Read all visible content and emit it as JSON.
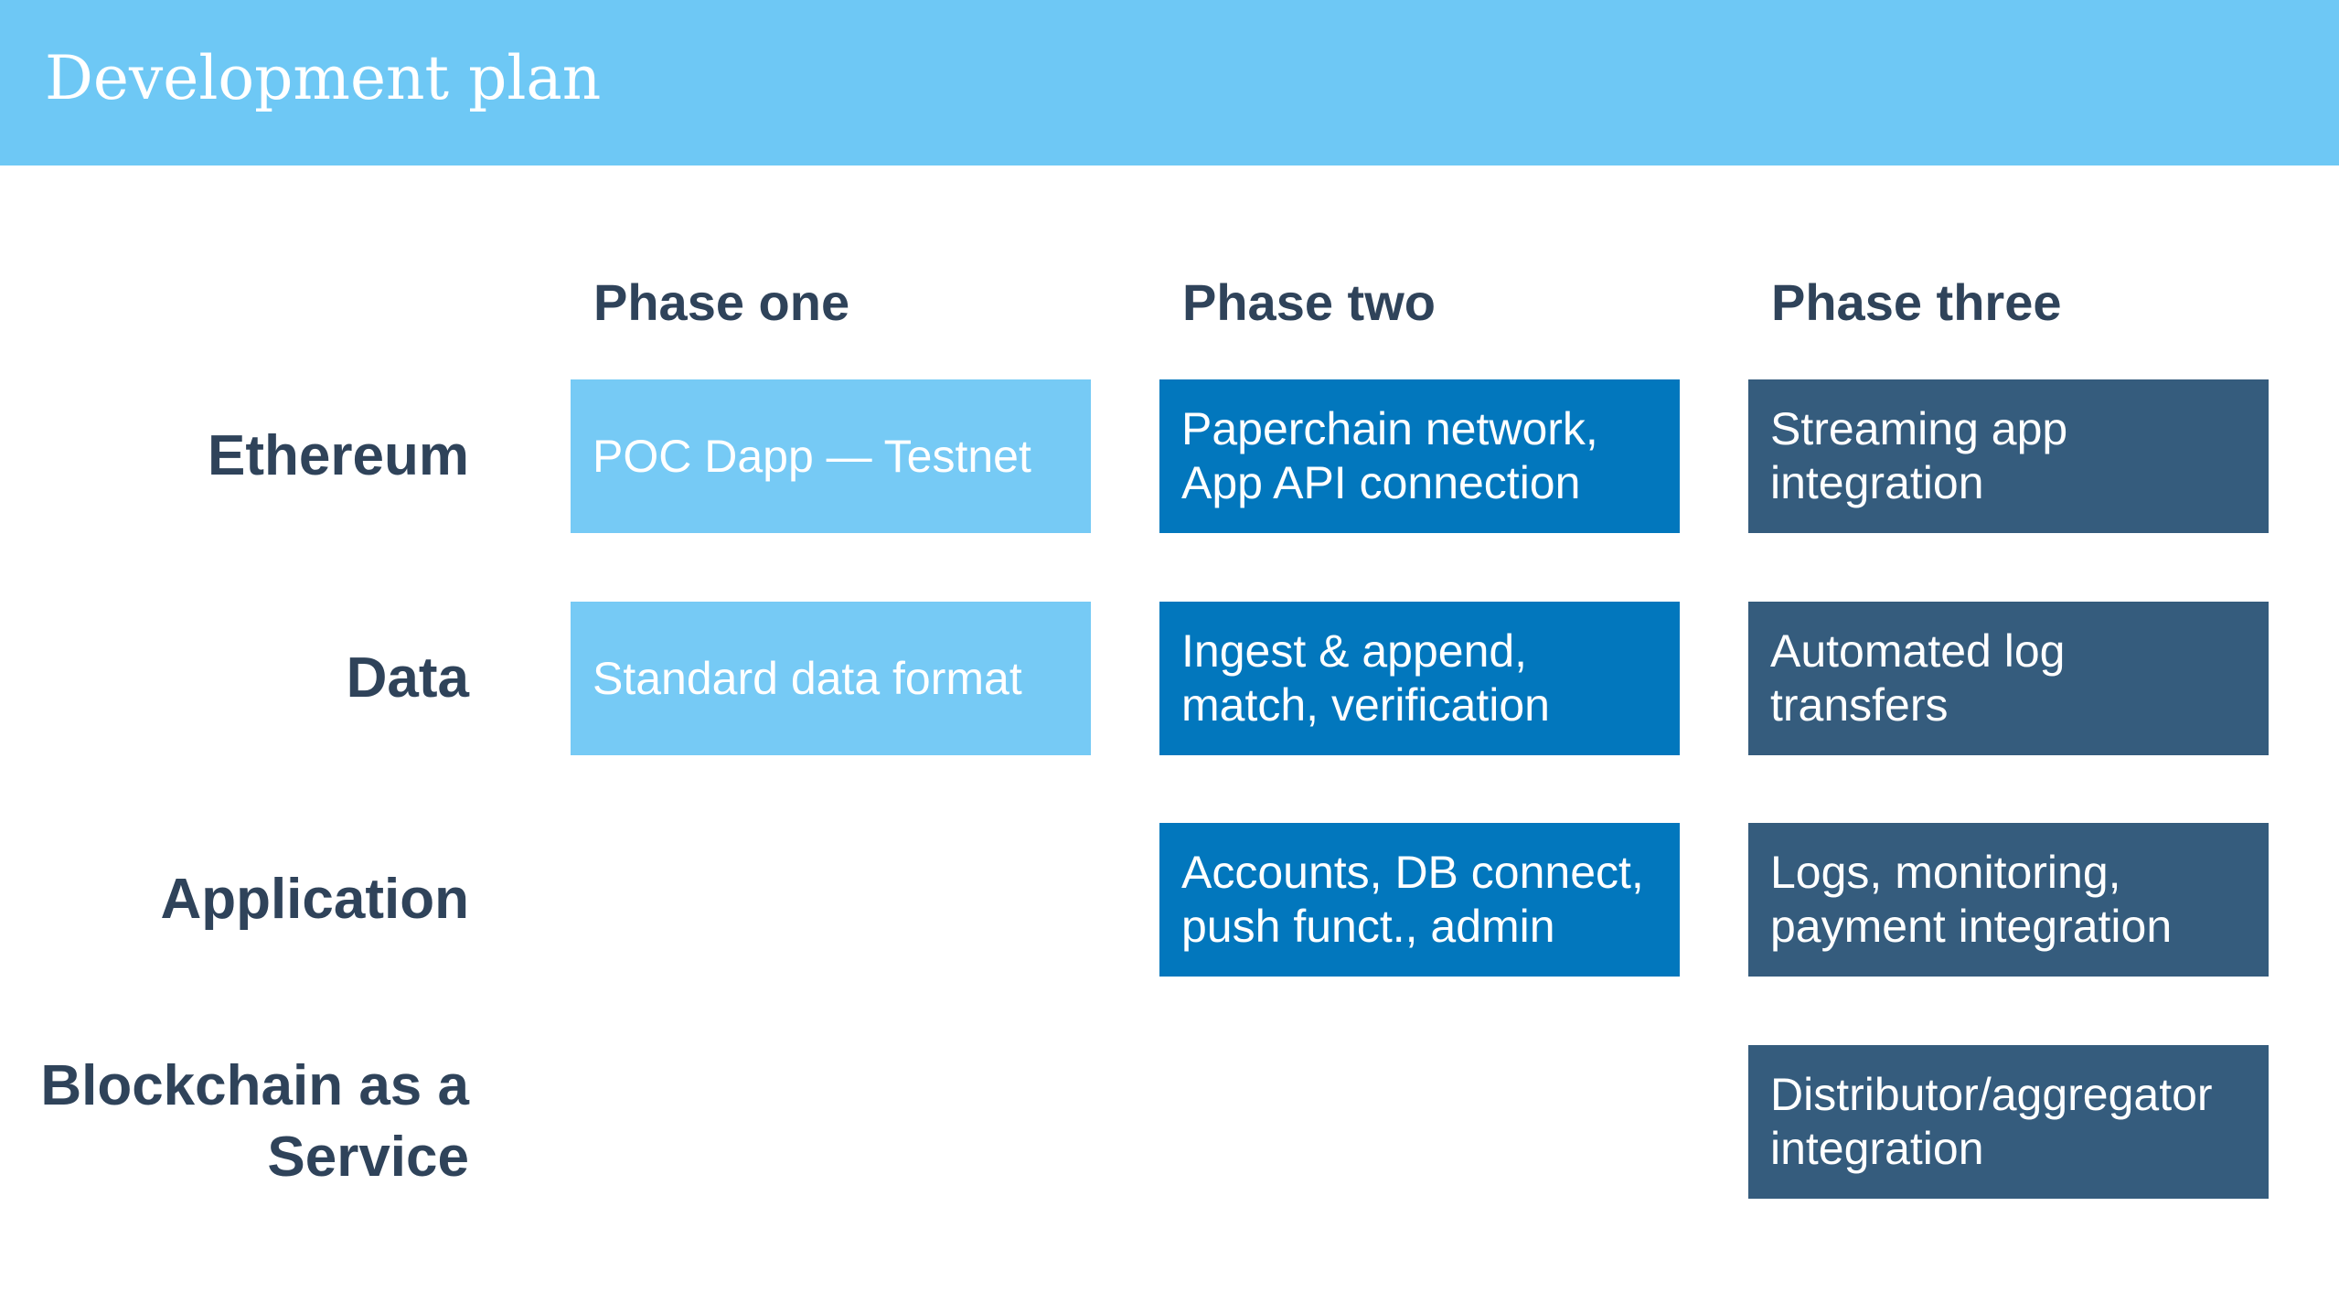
{
  "header": {
    "title": "Development plan"
  },
  "phases": [
    {
      "label": "Phase one"
    },
    {
      "label": "Phase two"
    },
    {
      "label": "Phase three"
    }
  ],
  "rows": [
    {
      "label_lines": [
        "Ethereum"
      ]
    },
    {
      "label_lines": [
        "Data"
      ]
    },
    {
      "label_lines": [
        "Application"
      ]
    },
    {
      "label_lines": [
        "Blockchain as a",
        "Service"
      ]
    }
  ],
  "cells": {
    "ethereum": {
      "phase_one": {
        "lines": [
          "POC Dapp — Testnet"
        ]
      },
      "phase_two": {
        "lines": [
          "Paperchain network,",
          "App API connection"
        ]
      },
      "phase_three": {
        "lines": [
          "Streaming app",
          "integration"
        ]
      }
    },
    "data": {
      "phase_one": {
        "lines": [
          "Standard data format"
        ]
      },
      "phase_two": {
        "lines": [
          "Ingest & append,",
          "match, verification"
        ]
      },
      "phase_three": {
        "lines": [
          "Automated log",
          "transfers"
        ]
      }
    },
    "application": {
      "phase_two": {
        "lines": [
          "Accounts, DB connect,",
          "push funct., admin"
        ]
      },
      "phase_three": {
        "lines": [
          "Logs, monitoring,",
          "payment integration"
        ]
      }
    },
    "baas": {
      "phase_three": {
        "lines": [
          "Distributor/aggregator",
          "integration"
        ]
      }
    }
  },
  "colors": {
    "header_bg": "#6EC8F5",
    "phase_one_box": "#76CAF5",
    "phase_two_box": "#0277BD",
    "phase_three_box": "#355C7D",
    "label_text": "#2F435A"
  }
}
